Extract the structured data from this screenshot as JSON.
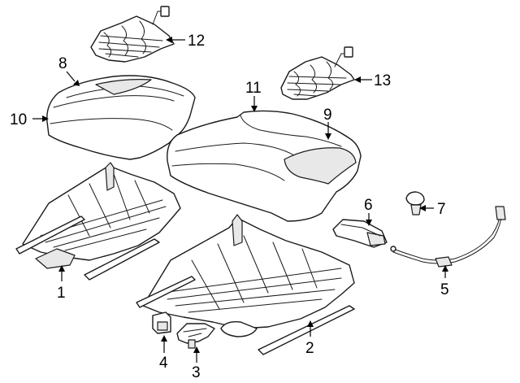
{
  "callouts": [
    {
      "id": "1",
      "label": "1"
    },
    {
      "id": "2",
      "label": "2"
    },
    {
      "id": "3",
      "label": "3"
    },
    {
      "id": "4",
      "label": "4"
    },
    {
      "id": "5",
      "label": "5"
    },
    {
      "id": "6",
      "label": "6"
    },
    {
      "id": "7",
      "label": "7"
    },
    {
      "id": "8",
      "label": "8"
    },
    {
      "id": "9",
      "label": "9"
    },
    {
      "id": "10",
      "label": "10"
    },
    {
      "id": "11",
      "label": "11"
    },
    {
      "id": "12",
      "label": "12"
    },
    {
      "id": "13",
      "label": "13"
    }
  ],
  "colors": {
    "line": "#1a1a1a",
    "background": "#ffffff",
    "fill": "#ffffff"
  }
}
